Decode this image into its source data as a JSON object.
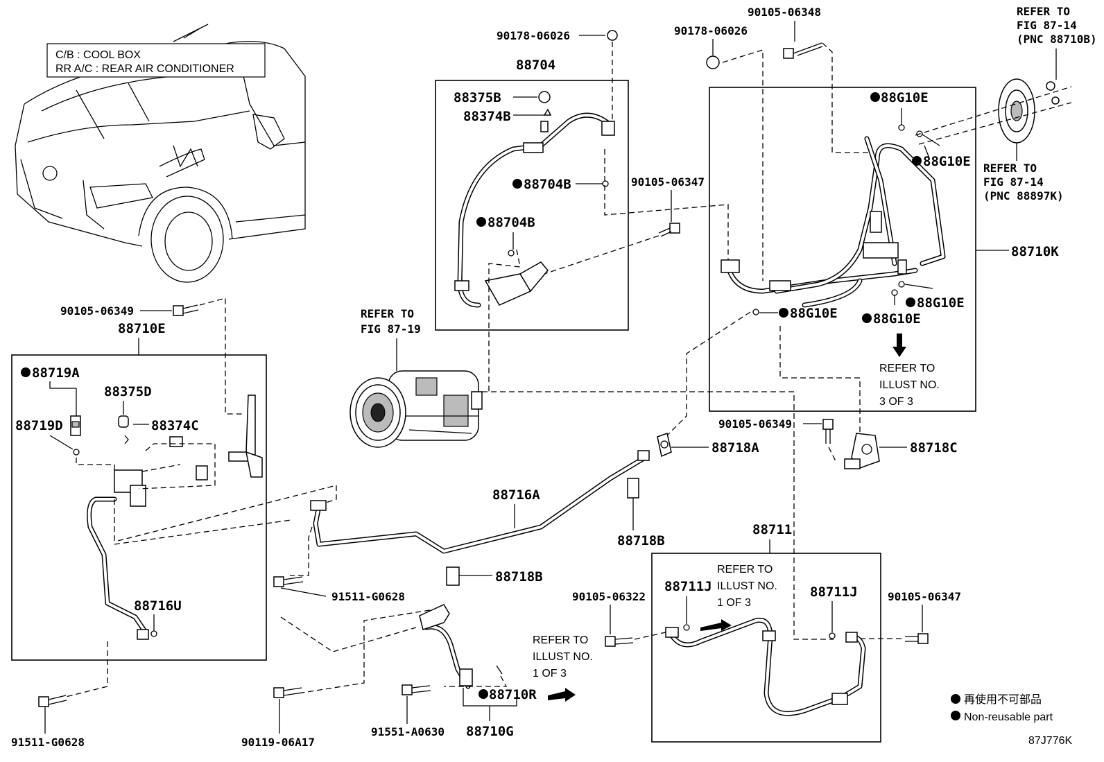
{
  "legend_box": {
    "line1": "C/B  :  COOL BOX",
    "line2": "RR A/C  :  REAR AIR CONDITIONER"
  },
  "labels": {
    "p88704": "88704",
    "p90178_a": "90178-06026",
    "p90178_b": "90178-06026",
    "p90105_06348": "90105-06348",
    "p88375B": "88375B",
    "p88374B": "88374B",
    "p88704B_a": "88704B",
    "p88704B_b": "88704B",
    "p90105_06347_a": "90105-06347",
    "p88G10E_1": "88G10E",
    "p88G10E_2": "88G10E",
    "p88G10E_3": "88G10E",
    "p88G10E_4": "88G10E",
    "p88G10E_5": "88G10E",
    "p88710K": "88710K",
    "p90105_06349_a": "90105-06349",
    "p88710E": "88710E",
    "p88719A": "88719A",
    "p88375D": "88375D",
    "p88719D": "88719D",
    "p88374C": "88374C",
    "p88716U": "88716U",
    "p91511_a": "91511-G0628",
    "p91511_b": "91511-G0628",
    "p90105_06349_b": "90105-06349",
    "p88718A": "88718A",
    "p88718C": "88718C",
    "p88716A": "88716A",
    "p88718B_a": "88718B",
    "p88718B_b": "88718B",
    "p88711": "88711",
    "p88711J_a": "88711J",
    "p88711J_b": "88711J",
    "p90105_06322": "90105-06322",
    "p90105_06347_b": "90105-06347",
    "p90119": "90119-06A17",
    "p91551": "91551-A0630",
    "p88710G": "88710G",
    "p88710R": "88710R",
    "code": "87J776K"
  },
  "refer_notes": {
    "fig_87_19": [
      "REFER TO",
      "FIG 87-19"
    ],
    "fig_87_14_b": [
      "REFER TO",
      "FIG 87-14",
      "(PNC 88710B)"
    ],
    "fig_87_14_k": [
      "REFER TO",
      "FIG 87-14",
      "(PNC 88897K)"
    ],
    "illust_3of3": [
      "REFER TO",
      "ILLUST NO.",
      "3 OF 3"
    ],
    "illust_1of3_a": [
      "REFER TO",
      "ILLUST NO.",
      "1 OF 3"
    ],
    "illust_1of3_b": [
      "REFER TO",
      "ILLUST NO.",
      "1 OF 3"
    ]
  },
  "footnote": {
    "jp": "再使用不可部品",
    "en": "Non-reusable part"
  }
}
